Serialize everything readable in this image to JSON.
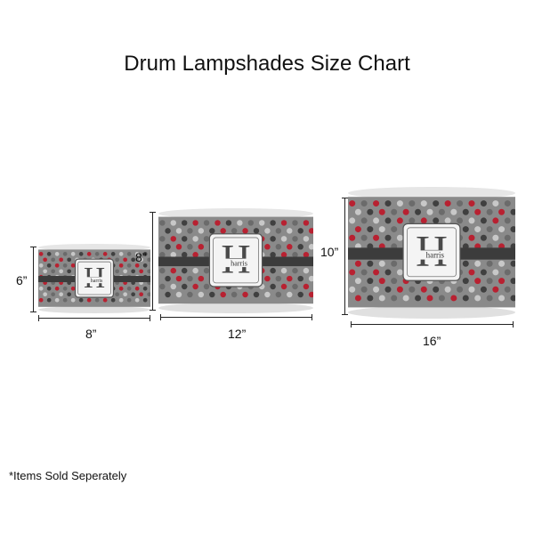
{
  "page": {
    "title": "Drum Lampshades Size Chart",
    "note": "*Items Sold Seperately"
  },
  "monogram": {
    "letter": "H",
    "name": "harris"
  },
  "colors": {
    "base": "#8a8a8a",
    "band": "#3c3c3c",
    "dot_red": "#b82131",
    "dot_dark": "#404040",
    "dot_light": "#c8c8c8",
    "dot_gray": "#6b6b6b"
  },
  "shades": [
    {
      "id": "small",
      "height_label": "6”",
      "width_label": "8”"
    },
    {
      "id": "medium",
      "height_label": "8”",
      "width_label": "12”"
    },
    {
      "id": "large",
      "height_label": "10”",
      "width_label": "16”"
    }
  ]
}
